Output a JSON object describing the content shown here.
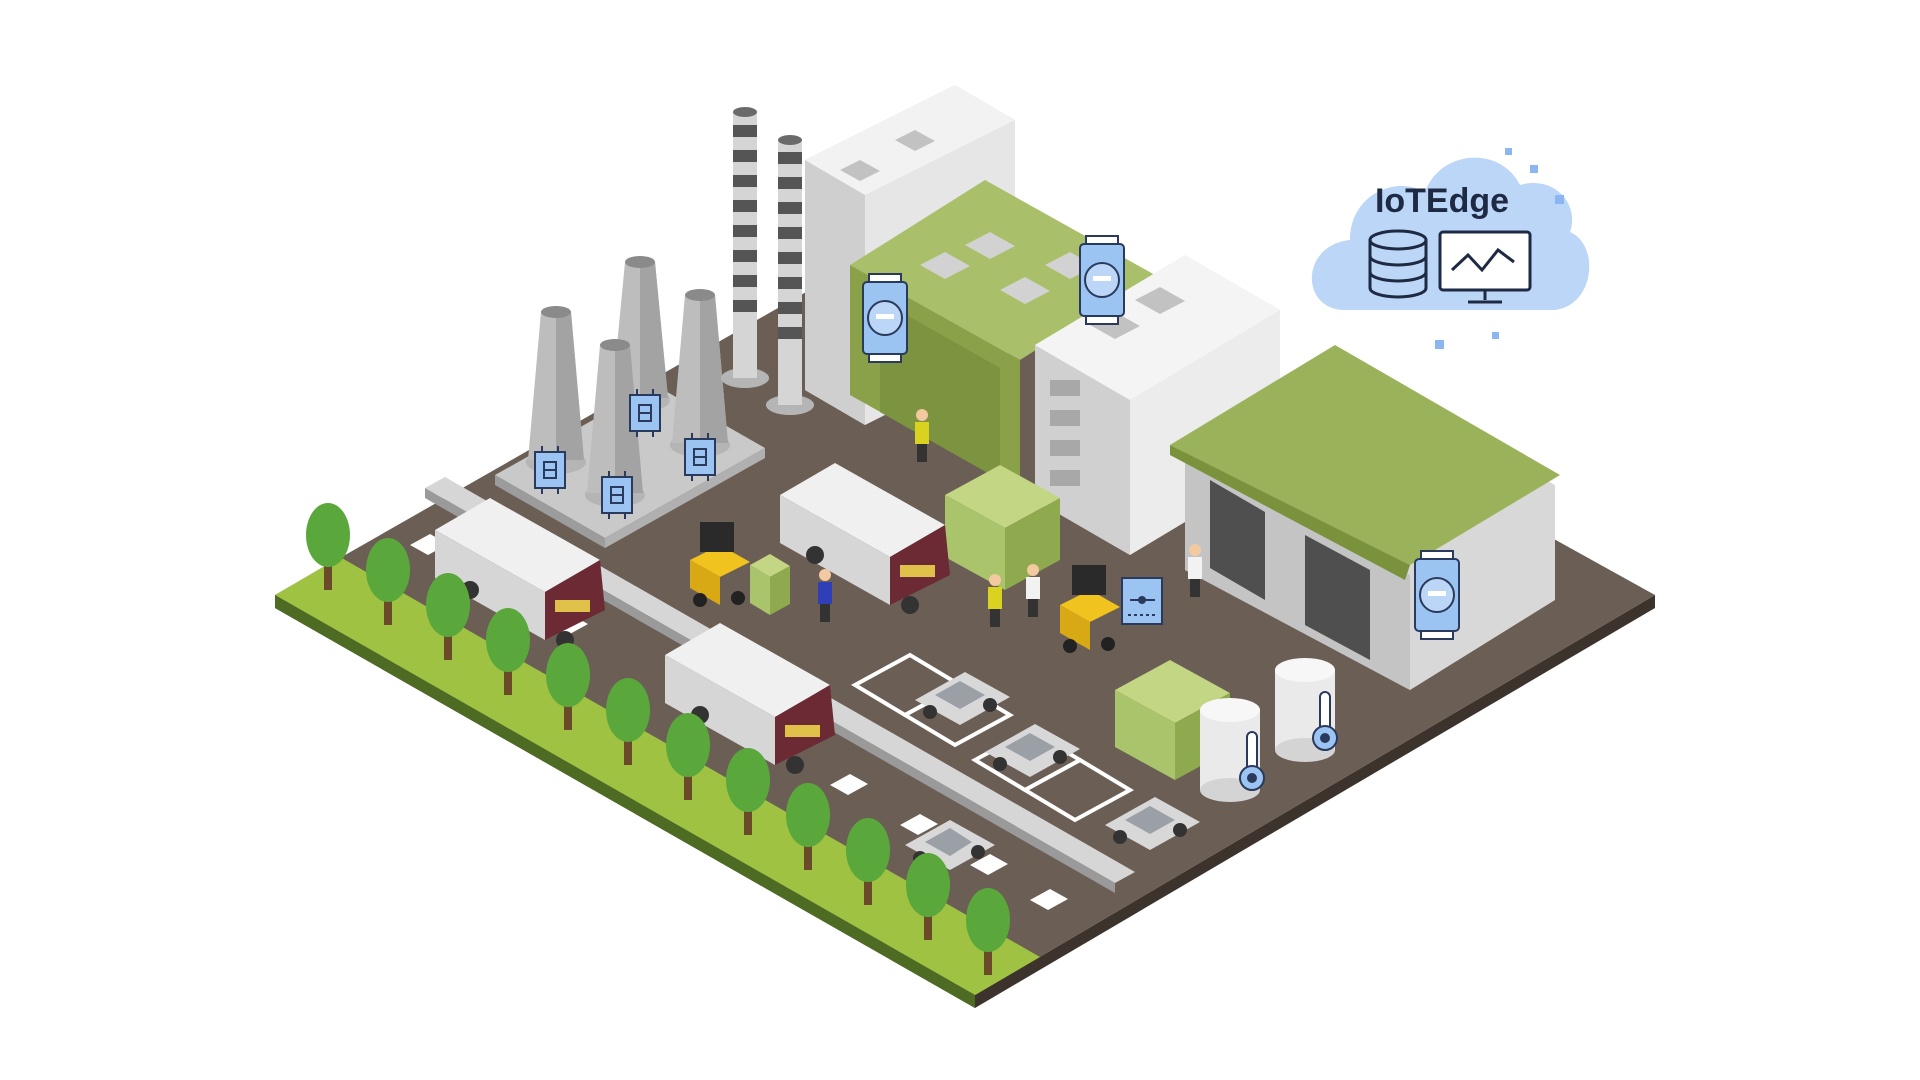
{
  "cloud": {
    "title": "IoTEdge",
    "icons": [
      "database-icon",
      "monitor-chart-icon"
    ]
  },
  "colors": {
    "ground": "#6b5e55",
    "grass": "#9fc243",
    "tree": "#5aa83c",
    "building_white": "#e8e8e8",
    "building_green": "#9ab25a",
    "cloud_fill": "#bcd6f7",
    "device_blue": "#9cc4f2",
    "device_stroke": "#2a3a5c",
    "truck_cab": "#6b2a34",
    "truck_accent": "#e0c24a",
    "forklift": "#f0c31f",
    "cargo_green": "#a9c46a"
  },
  "sensors": {
    "plc_modules": 4,
    "rtu_devices": 3,
    "thermometers": 2
  }
}
